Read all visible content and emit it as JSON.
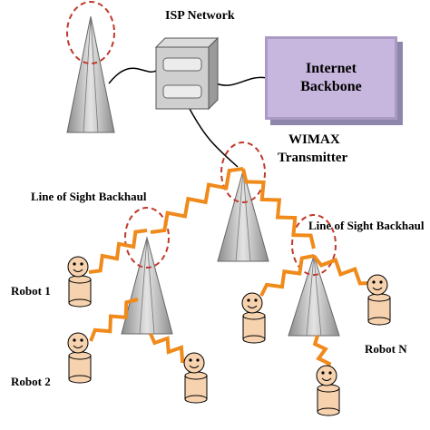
{
  "isp_network_label": "ISP Network",
  "internet_backbone": {
    "line1": "Internet",
    "line2": "Backbone"
  },
  "wimax_label": {
    "line1": "WIMAX",
    "line2": "Transmitter"
  },
  "backhaul_left_label": "Line of Sight Backhaul",
  "backhaul_right_label": "Line of Sight Backhaul",
  "robot_labels": {
    "robot1": "Robot 1",
    "robot2": "Robot 2",
    "robotN": "Robot N"
  },
  "colors": {
    "tower_fill": "#bfbfbf",
    "lightning": "#f08a1a",
    "robot_skin": "#f7d2ae",
    "backbone_fill": "#c7b6dd",
    "ring": "#c0392b"
  },
  "icons": [
    "antenna-tower-icon",
    "server-icon",
    "lightning-bolt-icon",
    "robot-icon"
  ]
}
